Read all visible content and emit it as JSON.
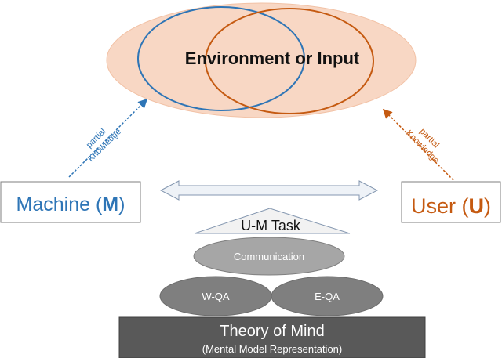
{
  "environment": {
    "label": "Environment or Input"
  },
  "machine": {
    "name": "Machine (",
    "letter": "M",
    "close": ")",
    "knowledge_line1": "partial",
    "knowledge_line2": "Knowledge"
  },
  "user": {
    "name": "User (",
    "letter": "U",
    "close": ")",
    "knowledge_line1": "partial",
    "knowledge_line2": "Knowledge"
  },
  "task": {
    "label": "U-M Task"
  },
  "communication": {
    "label": "Communication"
  },
  "qa": {
    "left": "W-QA",
    "right": "E-QA"
  },
  "theory": {
    "title": "Theory of Mind",
    "subtitle": "(Mental Model Representation)"
  },
  "colors": {
    "machine_blue": "#2e75b6",
    "user_orange": "#c55a11",
    "env_fill": "#f8d7c4",
    "dark_box": "#595959",
    "mid_gray": "#7f7f7f",
    "light_gray": "#a6a6a6"
  }
}
